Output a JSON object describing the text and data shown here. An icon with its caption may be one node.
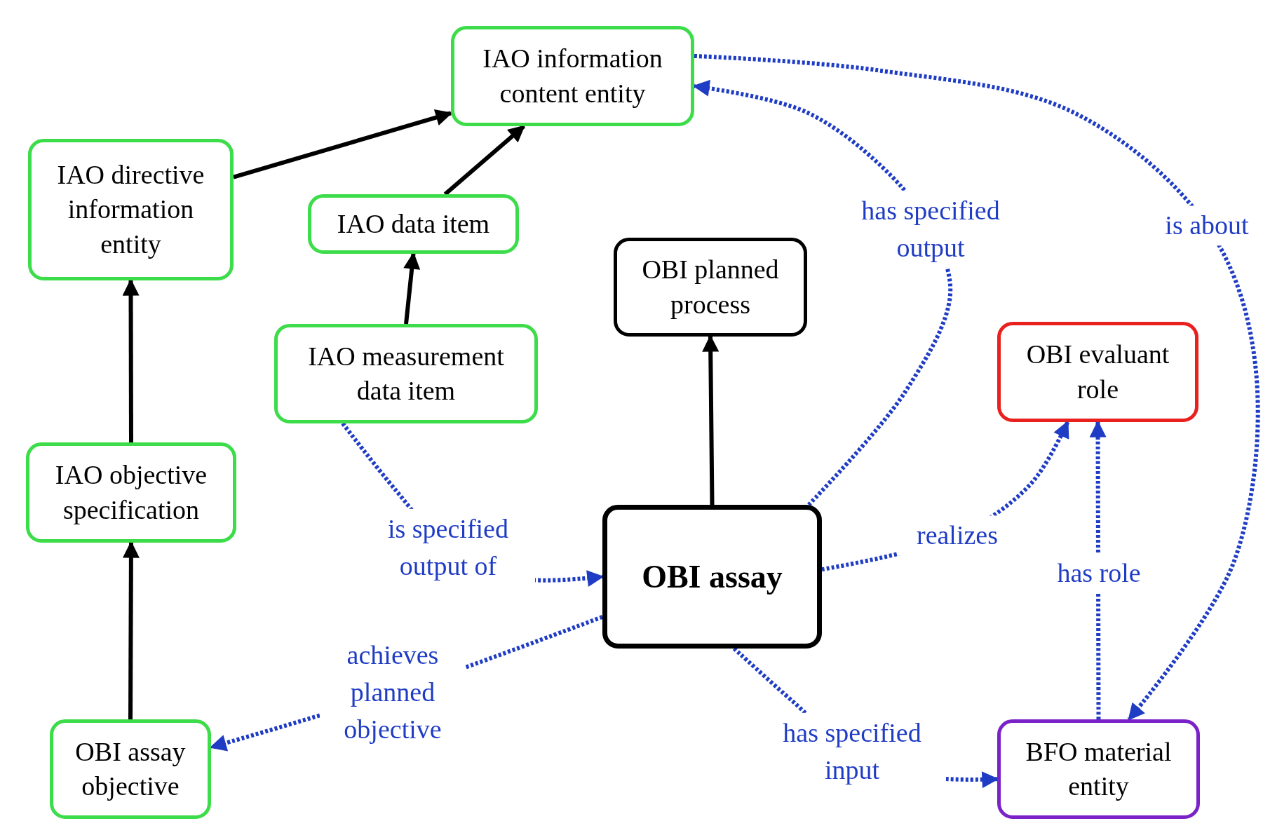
{
  "diagram": {
    "nodes": [
      {
        "text": [
          "IAO information content entity"
        ]
      },
      {
        "text": [
          "IAO directive information entity"
        ]
      },
      {
        "text": [
          "IAO data item"
        ]
      },
      {
        "text": [
          "OBI planned process"
        ]
      },
      {
        "text": [
          "IAO measurement data item"
        ]
      },
      {
        "text": [
          "OBI evaluant role"
        ]
      },
      {
        "text": [
          "IAO objective specification"
        ]
      },
      {
        "text": [
          "OBI assay"
        ]
      },
      {
        "text": [
          "OBI assay objective"
        ]
      },
      {
        "text": [
          "BFO material entity"
        ]
      }
    ],
    "edges": [
      {
        "from": 1,
        "to": 0,
        "arrow": "to",
        "color": "#000000"
      },
      {
        "from": 2,
        "to": 0,
        "arrow": "to",
        "color": "#000000"
      },
      {
        "from": 4,
        "to": 2,
        "arrow": "to",
        "color": "#000000"
      },
      {
        "from": 6,
        "to": 1,
        "arrow": "to",
        "color": "#000000"
      },
      {
        "from": 8,
        "to": 6,
        "arrow": "to",
        "color": "#000000"
      },
      {
        "from": 7,
        "to": 3,
        "arrow": "to",
        "color": "#000000"
      },
      {
        "from": 7,
        "to": 0,
        "arrow": "to",
        "label": "has specified output",
        "style": "dashed"
      },
      {
        "from": 0,
        "to": 9,
        "arrow": "to",
        "label": "is about",
        "style": "dashed"
      },
      {
        "from": 4,
        "to": 7,
        "arrow": "to",
        "label": "is specified output of",
        "style": "dashed"
      },
      {
        "from": 7,
        "to": 8,
        "arrow": "to",
        "label": "achieves planned objective",
        "style": "dashed"
      },
      {
        "from": 7,
        "to": 5,
        "arrow": "to",
        "label": "realizes",
        "style": "dashed"
      },
      {
        "from": 9,
        "to": 5,
        "arrow": "to",
        "label": "has role",
        "style": "dashed"
      },
      {
        "from": 7,
        "to": 9,
        "arrow": "to",
        "label": "has specified input",
        "style": "dashed"
      }
    ]
  }
}
